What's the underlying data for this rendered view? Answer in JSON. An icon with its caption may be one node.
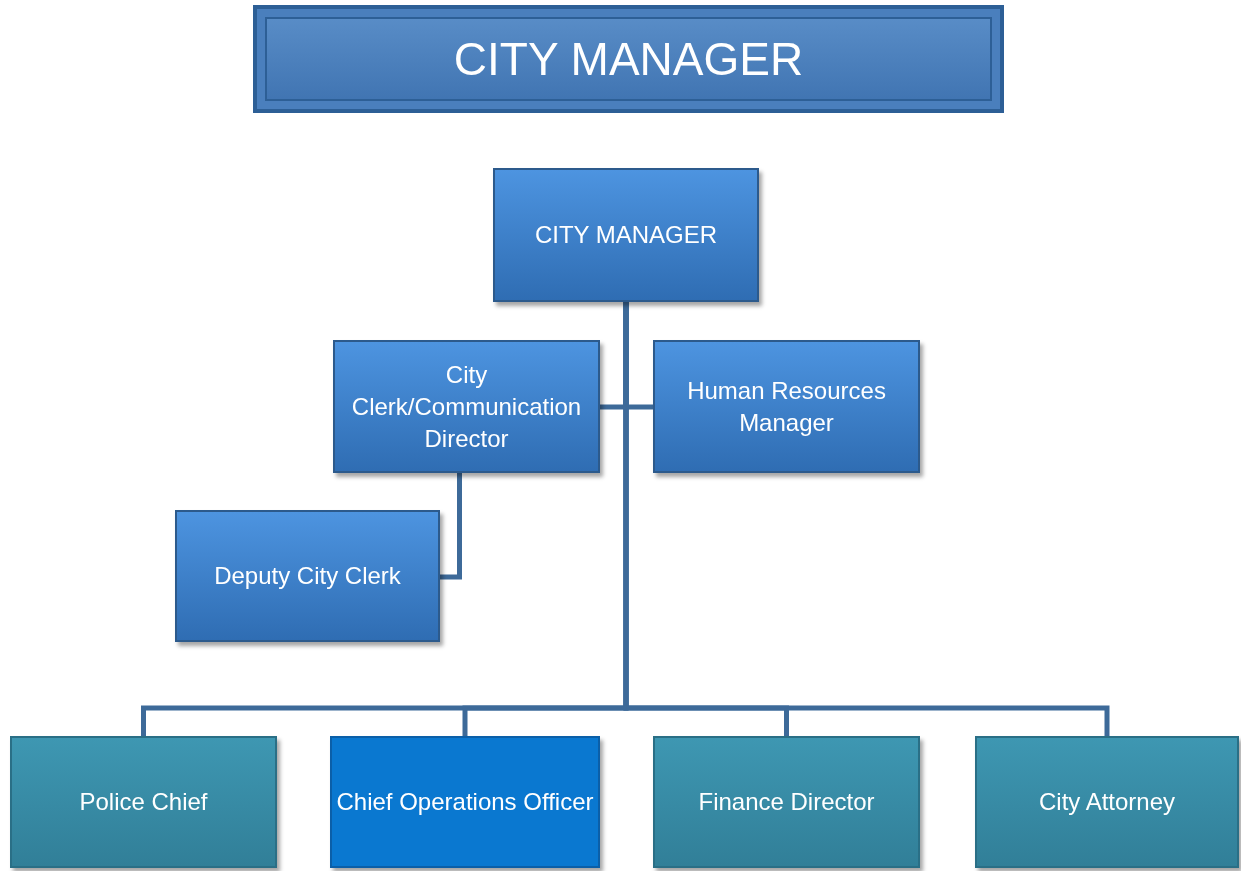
{
  "diagram": {
    "title": "CITY MANAGER",
    "nodes": [
      {
        "text": [
          "CITY MANAGER"
        ]
      },
      {
        "text": [
          "City Clerk/Communication Director"
        ]
      },
      {
        "text": [
          "Human Resources Manager"
        ]
      },
      {
        "text": [
          "Deputy City Clerk"
        ]
      },
      {
        "text": [
          "Police Chief"
        ]
      },
      {
        "text": [
          "Chief Operations Officer"
        ]
      },
      {
        "text": [
          "Finance Director"
        ]
      },
      {
        "text": [
          "City Attorney"
        ]
      }
    ],
    "edges": [
      {
        "from": 0,
        "to": 1,
        "arrow": "none"
      },
      {
        "from": 0,
        "to": 2,
        "arrow": "none"
      },
      {
        "from": 1,
        "to": 3,
        "arrow": "none"
      },
      {
        "from": 0,
        "to": 4,
        "arrow": "none"
      },
      {
        "from": 0,
        "to": 5,
        "arrow": "none"
      },
      {
        "from": 0,
        "to": 6,
        "arrow": "none"
      },
      {
        "from": 0,
        "to": 7,
        "arrow": "none"
      }
    ]
  }
}
